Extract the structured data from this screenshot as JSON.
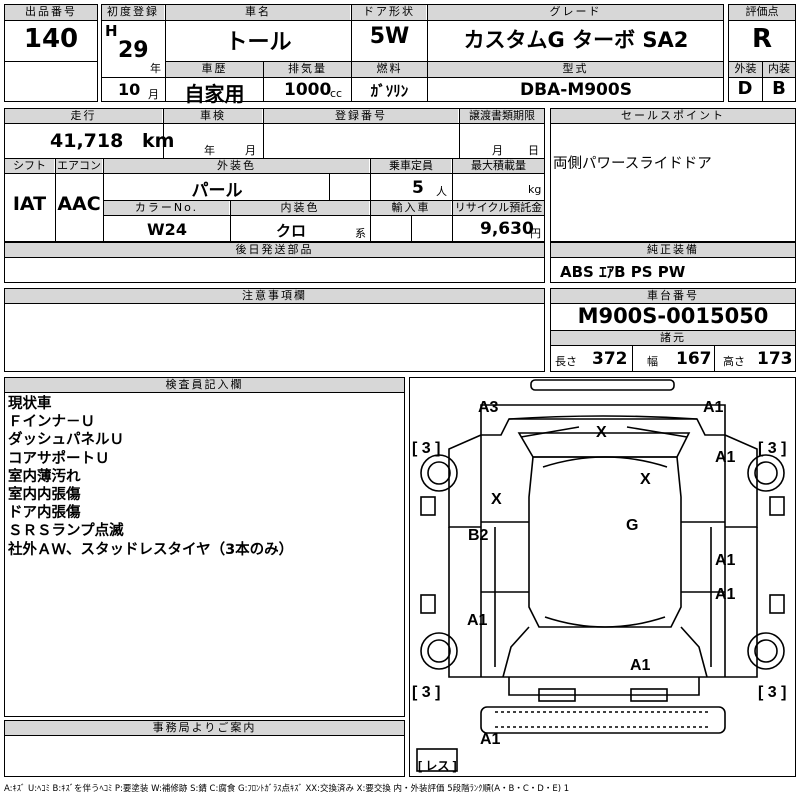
{
  "headers": {
    "lot_no": "出品番号",
    "first_reg": "初度登録",
    "car_name": "車名",
    "door": "ドア形状",
    "grade": "グレード",
    "score": "評価点",
    "history": "車歴",
    "displacement": "排気量",
    "fuel": "燃料",
    "model_code": "型式",
    "exterior": "外装",
    "interior": "内装",
    "mileage": "走行",
    "inspection": "車検",
    "registration_no": "登録番号",
    "transfer_deadline": "譲渡書類期限",
    "sales_point": "セールスポイント",
    "shift": "シフト",
    "aircon": "エアコン",
    "ext_color": "外装色",
    "capacity": "乗車定員",
    "max_load": "最大積載量",
    "color_no": "カラーNo.",
    "int_color": "内装色",
    "import": "輸入車",
    "recycle": "リサイクル預託金",
    "later_parts": "後日発送部品",
    "genuine_equipment": "純正装備",
    "caution": "注意事項欄",
    "chassis_no": "車台番号",
    "specs": "諸元",
    "inspector": "検査員記入欄",
    "office_notice": "事務局よりご案内"
  },
  "sheet": {
    "lot_no": "140",
    "era_prefix": "H",
    "year": "29",
    "year_unit": "年",
    "month": "10",
    "month_unit": "月",
    "car_name": "トール",
    "door": "5W",
    "grade": "カスタムG ターボ SA2",
    "score": "R",
    "history": "自家用",
    "displacement": "1000",
    "displacement_unit": "cc",
    "fuel": "ｶﾞｿﾘﾝ",
    "model_code": "DBA-M900S",
    "exterior_score": "D",
    "interior_score": "B",
    "mileage": "41,718",
    "mileage_unit": "km",
    "inspection_year_unit": "年",
    "inspection_month_unit": "月",
    "transfer_month_unit": "月",
    "transfer_day_unit": "日",
    "sales_point": "両側パワースライドドア",
    "shift": "IAT",
    "aircon": "AAC",
    "ext_color": "パール",
    "capacity": "5",
    "capacity_unit": "人",
    "max_load_unit": "kg",
    "color_no": "W24",
    "int_color": "クロ",
    "int_color_suffix": "系",
    "recycle_fee": "9,630",
    "recycle_unit": "円",
    "genuine_equipment": "ABS ｴｱB PS PW",
    "chassis_no": "M900S-0015050",
    "length_label": "長さ",
    "length": "372",
    "width_label": "幅",
    "width": "167",
    "height_label": "高さ",
    "height": "173"
  },
  "inspector_notes": [
    "現状車",
    "Ｆインナ－Ｕ",
    "ダッシュパネルＵ",
    "コアサポートＵ",
    "室内薄汚れ",
    "室内内張傷",
    "ドア内張傷",
    "ＳＲＳランプ点滅",
    "社外ＡＷ、スタッドレスタイヤ（3本のみ）"
  ],
  "diagram": {
    "a3_front_left": "A3",
    "a1_front_right": "A1",
    "x_windshield": "X",
    "tire_front_left": "[ 3 ]",
    "tire_front_right": "[ 3 ]",
    "a1_fender_right": "A1",
    "x_door_left": "X",
    "x_roof": "X",
    "g_roof": "G",
    "b2_door_left": "B2",
    "a1_door_right": "A1",
    "a1_rear_door_right": "A1",
    "a1_rear_left": "A1",
    "a1_rear_glass": "A1",
    "tire_rear_left": "[ 3 ]",
    "tire_rear_right": "[ 3 ]",
    "a1_bumper": "A1",
    "spare": "[ レス ]"
  },
  "legend": "A:ｷｽﾞ U:ﾍｺﾐ B:ｷｽﾞを伴うﾍｺﾐ P:要塗装 W:補修跡 S:錆 C:腐食 G:ﾌﾛﾝﾄｶﾞﾗｽ点ｷｽﾞ XX:交換済み X:要交換 内・外装評価 5段階ﾗﾝｸ順(A・B・C・D・E) 1"
}
